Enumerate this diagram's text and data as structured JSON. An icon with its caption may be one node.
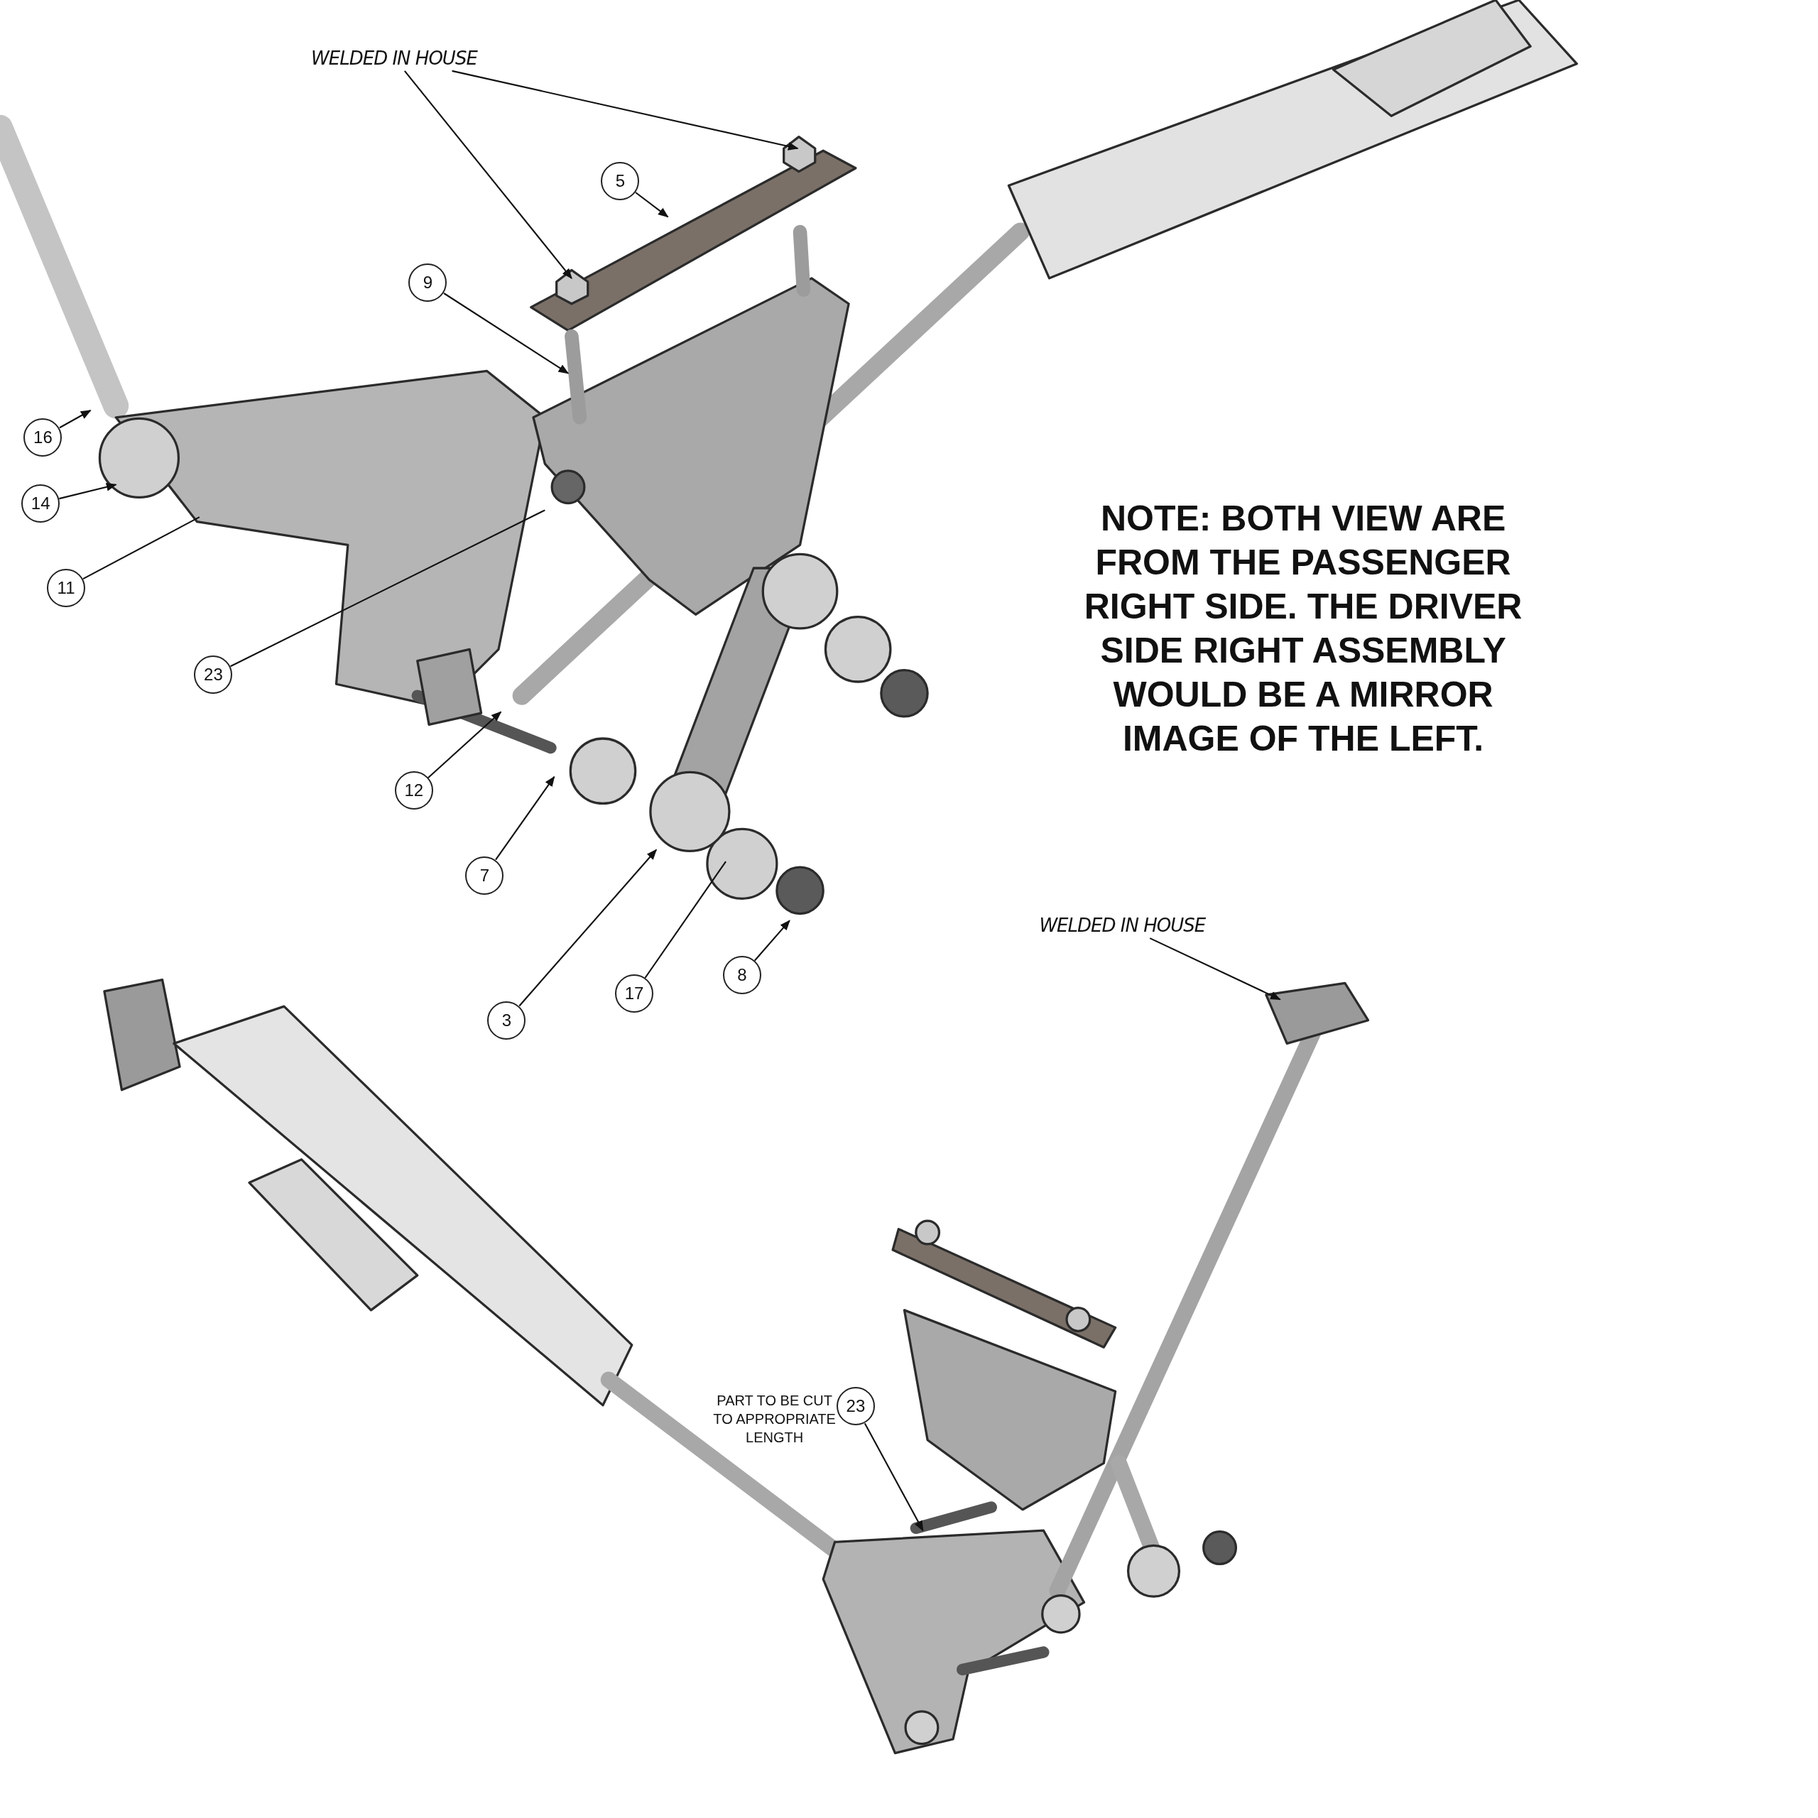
{
  "diagram": {
    "nodes": [
      {
        "text": [
          "WELDED IN HOUSE"
        ]
      },
      {
        "text": [
          "5"
        ]
      },
      {
        "text": [
          "9"
        ]
      },
      {
        "text": [
          "16"
        ]
      },
      {
        "text": [
          "14"
        ]
      },
      {
        "text": [
          "11"
        ]
      },
      {
        "text": [
          "23"
        ]
      },
      {
        "text": [
          "12"
        ]
      },
      {
        "text": [
          "7"
        ]
      },
      {
        "text": [
          "17"
        ]
      },
      {
        "text": [
          "8"
        ]
      },
      {
        "text": [
          "3"
        ]
      },
      {
        "text": [
          "WELDED IN HOUSE"
        ]
      },
      {
        "text": [
          "23"
        ]
      }
    ],
    "edges": [
      {
        "from": 0,
        "to": null,
        "arrow": "to"
      },
      {
        "from": 0,
        "to": null,
        "arrow": "to"
      },
      {
        "from": 1,
        "to": null,
        "arrow": "to"
      },
      {
        "from": 2,
        "to": null,
        "arrow": "to"
      },
      {
        "from": 3,
        "to": null,
        "arrow": "to"
      },
      {
        "from": 4,
        "to": null,
        "arrow": "to"
      },
      {
        "from": 5,
        "to": null,
        "arrow": "none"
      },
      {
        "from": 6,
        "to": null,
        "arrow": "none"
      },
      {
        "from": 7,
        "to": null,
        "arrow": "to"
      },
      {
        "from": 8,
        "to": null,
        "arrow": "to"
      },
      {
        "from": 9,
        "to": null,
        "arrow": "none"
      },
      {
        "from": 10,
        "to": null,
        "arrow": "to"
      },
      {
        "from": 11,
        "to": null,
        "arrow": "to"
      },
      {
        "from": 12,
        "to": null,
        "arrow": "to"
      },
      {
        "from": 13,
        "to": null,
        "arrow": "to"
      }
    ],
    "labels": [
      "NOTE: BOTH VIEW ARE FROM THE PASSENGER RIGHT SIDE.  THE DRIVER SIDE RIGHT ASSEMBLY WOULD BE A MIRROR IMAGE OF THE LEFT.",
      "PART TO BE CUT TO APPROPRIATE LENGTH"
    ]
  }
}
